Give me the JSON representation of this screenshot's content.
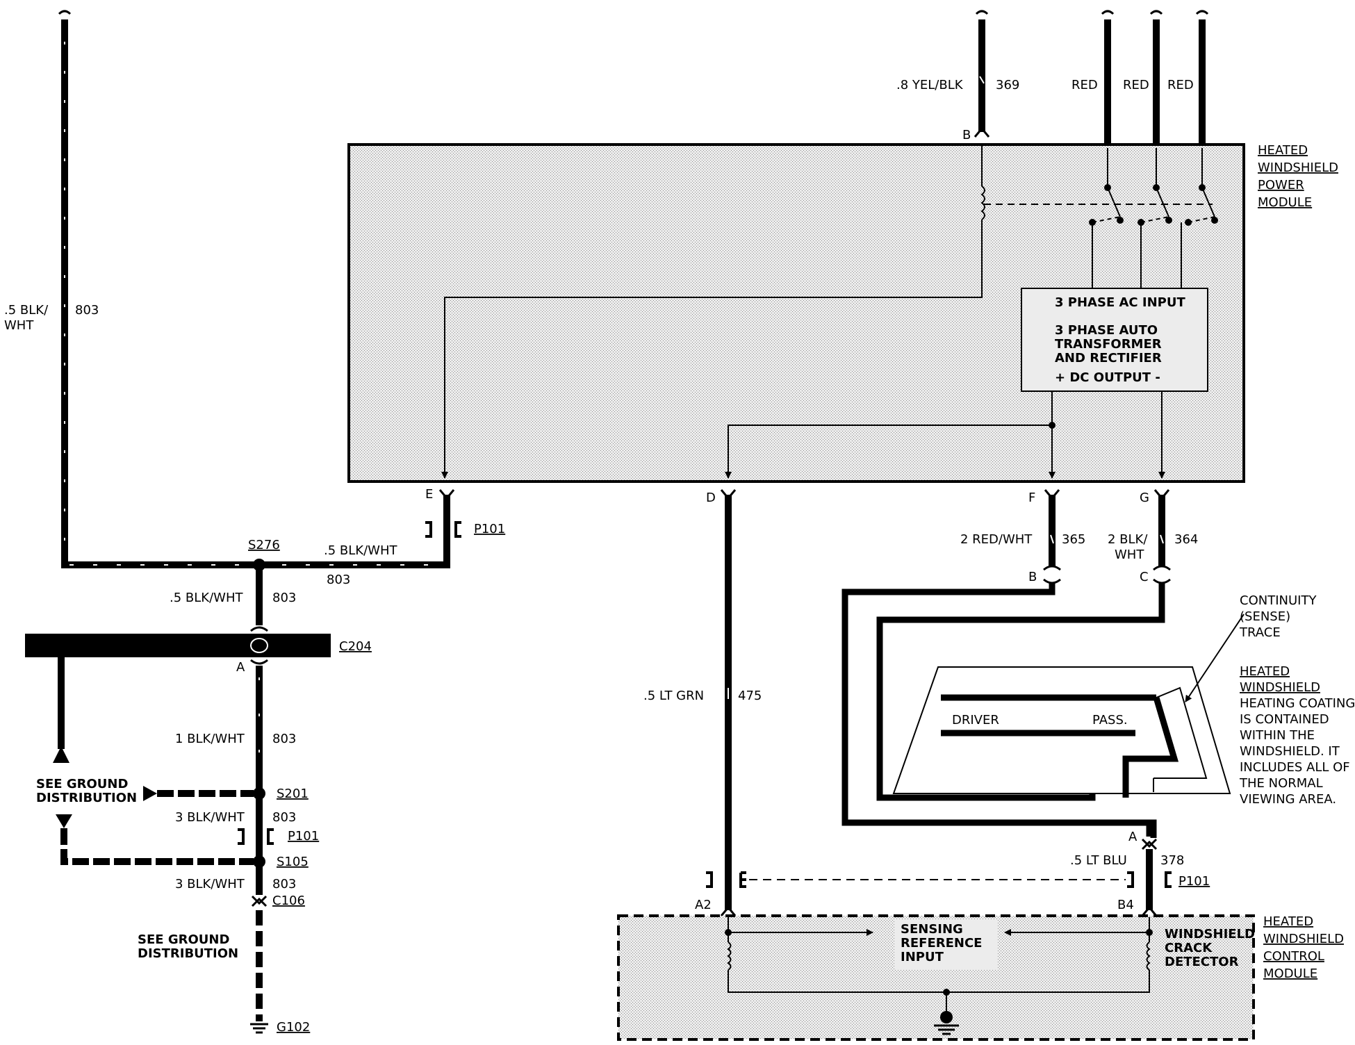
{
  "modules": {
    "power_module": [
      "HEATED",
      "WINDSHIELD",
      "POWER",
      "MODULE"
    ],
    "control_module": [
      "HEATED",
      "WINDSHIELD",
      "CONTROL",
      "MODULE"
    ],
    "heating_coating": [
      "HEATED",
      "WINDSHIELD",
      "HEATING COATING",
      "IS CONTAINED",
      "WITHIN THE",
      "WINDSHIELD. IT",
      "INCLUDES ALL OF",
      "THE NORMAL",
      "VIEWING AREA."
    ],
    "continuity_trace": [
      "CONTINUITY",
      "(SENSE)",
      "TRACE"
    ]
  },
  "transformer_box": {
    "line1": "3 PHASE AC INPUT",
    "line2": "3 PHASE AUTO",
    "line3": "TRANSFORMER",
    "line4": "AND RECTIFIER",
    "line5": "+  DC OUTPUT  -"
  },
  "control_box": {
    "sensing": [
      "SENSING",
      "REFERENCE",
      "INPUT"
    ],
    "crack": [
      "WINDSHIELD",
      "CRACK",
      "DETECTOR"
    ]
  },
  "windshield": {
    "driver": "DRIVER",
    "pass": "PASS."
  },
  "wires": {
    "w803_top_color": ".5 BLK/",
    "w803_top_color2": "WHT",
    "w803_top_num": "803",
    "w369_color": ".8 YEL/BLK",
    "w369_num": "369",
    "red1": "RED",
    "red2": "RED",
    "red3": "RED",
    "s276_right_color": ".5 BLK/WHT",
    "s276_right_num": "803",
    "s276_down_color": ".5 BLK/WHT",
    "s276_down_num": "803",
    "w803_mid_color": "1 BLK/WHT",
    "w803_mid_num": "803",
    "w803_s201_color": "3 BLK/WHT",
    "w803_s201_num": "803",
    "w803_s105_color": "3 BLK/WHT",
    "w803_s105_num": "803",
    "w475_color": ".5 LT GRN",
    "w475_num": "475",
    "w365_color": "2 RED/WHT",
    "w365_num": "365",
    "w364_color": "2 BLK/",
    "w364_color2": "WHT",
    "w364_num": "364",
    "w378_color": ".5 LT BLU",
    "w378_num": "378"
  },
  "connectors": {
    "pin_b_top": "B",
    "pin_e": "E",
    "pin_d": "D",
    "pin_f": "F",
    "pin_g": "G",
    "pin_b_ws": "B",
    "pin_c_ws": "C",
    "pin_a_ws": "A",
    "pin_a2": "A2",
    "pin_b4": "B4",
    "pin_a_c204": "A",
    "p101_1": "P101",
    "p101_2": "P101",
    "p101_3": "P101",
    "c204": "C204",
    "c106": "C106",
    "s276": "S276",
    "s201": "S201",
    "s105": "S105",
    "g102": "G102"
  },
  "ground_labels": {
    "gd1a": "SEE GROUND",
    "gd1b": "DISTRIBUTION",
    "gd2a": "SEE GROUND",
    "gd2b": "DISTRIBUTION"
  }
}
